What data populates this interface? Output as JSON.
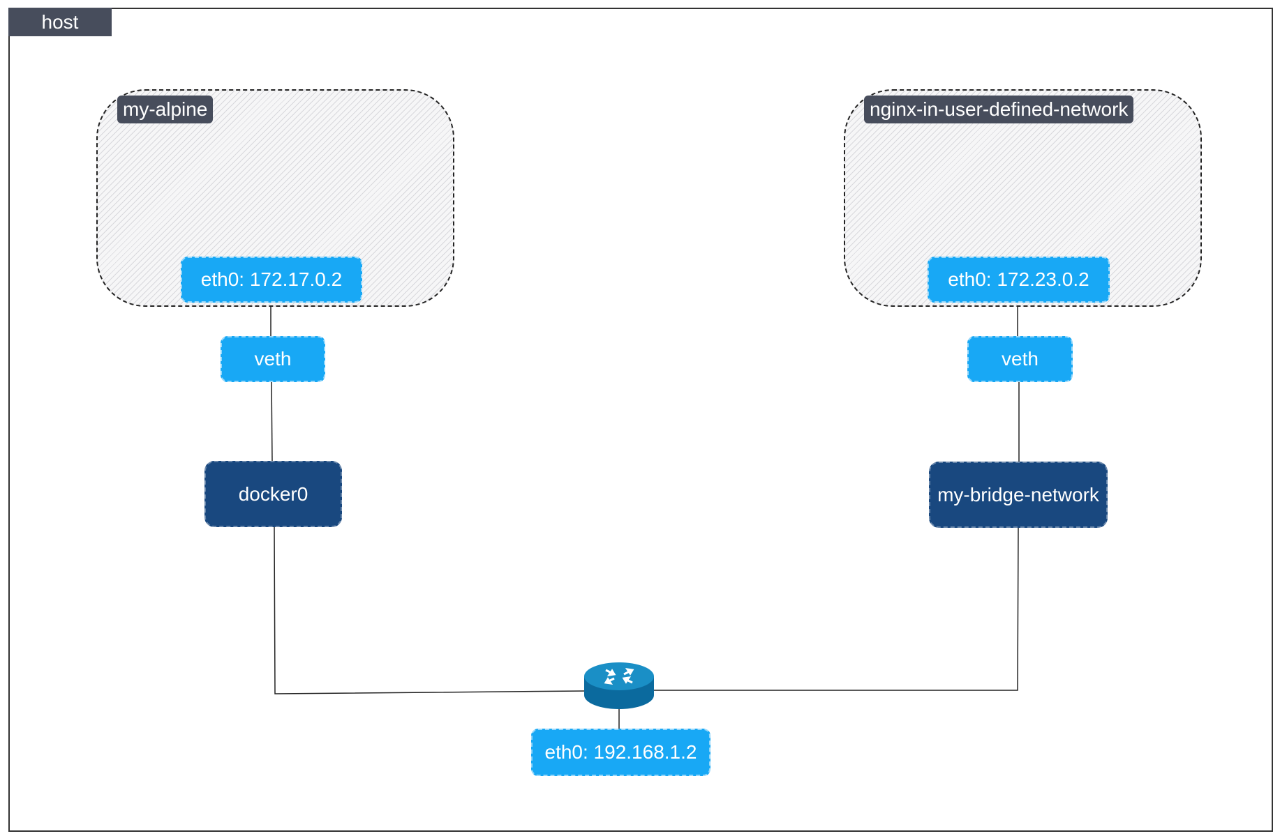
{
  "host": {
    "label": "host"
  },
  "containers": [
    {
      "name": "my-alpine",
      "eth0": "eth0: 172.17.0.2",
      "veth": "veth",
      "bridge": "docker0"
    },
    {
      "name": "nginx-in-user-defined-network",
      "eth0": "eth0: 172.23.0.2",
      "veth": "veth",
      "bridge": "my-bridge-network"
    }
  ],
  "router": {
    "icon": "router-icon",
    "eth0": "eth0: 192.168.1.2"
  },
  "colors": {
    "interface": "#18a8f5",
    "bridge": "#19487f",
    "tag": "#474d5c",
    "router": "#0b6a9e"
  }
}
